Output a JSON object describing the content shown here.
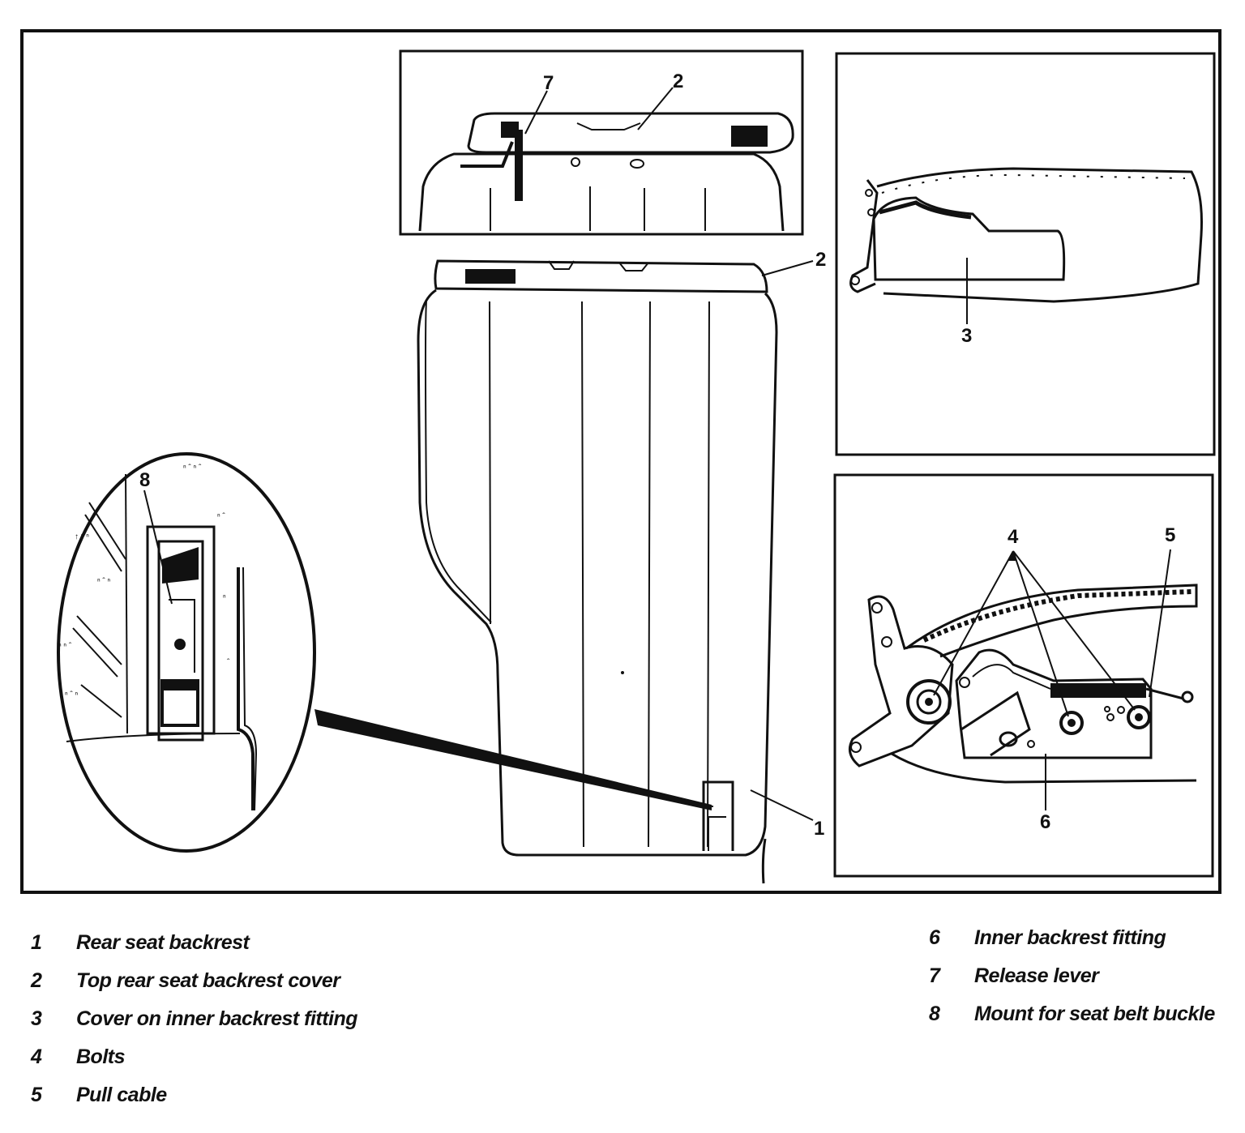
{
  "callouts": {
    "c1": "1",
    "c2a": "2",
    "c2b": "2",
    "c3": "3",
    "c4": "4",
    "c5": "5",
    "c6": "6",
    "c7": "7",
    "c8": "8"
  },
  "legend": {
    "left": [
      {
        "num": "1",
        "text": "Rear seat backrest"
      },
      {
        "num": "2",
        "text": "Top rear seat backrest cover"
      },
      {
        "num": "3",
        "text": "Cover on inner backrest fitting"
      },
      {
        "num": "4",
        "text": "Bolts"
      },
      {
        "num": "5",
        "text": "Pull cable"
      }
    ],
    "right": [
      {
        "num": "6",
        "text": "Inner backrest fitting"
      },
      {
        "num": "7",
        "text": "Release lever"
      },
      {
        "num": "8",
        "text": "Mount for seat belt buckle"
      }
    ]
  },
  "colors": {
    "ink": "#111111",
    "paper": "#ffffff"
  }
}
